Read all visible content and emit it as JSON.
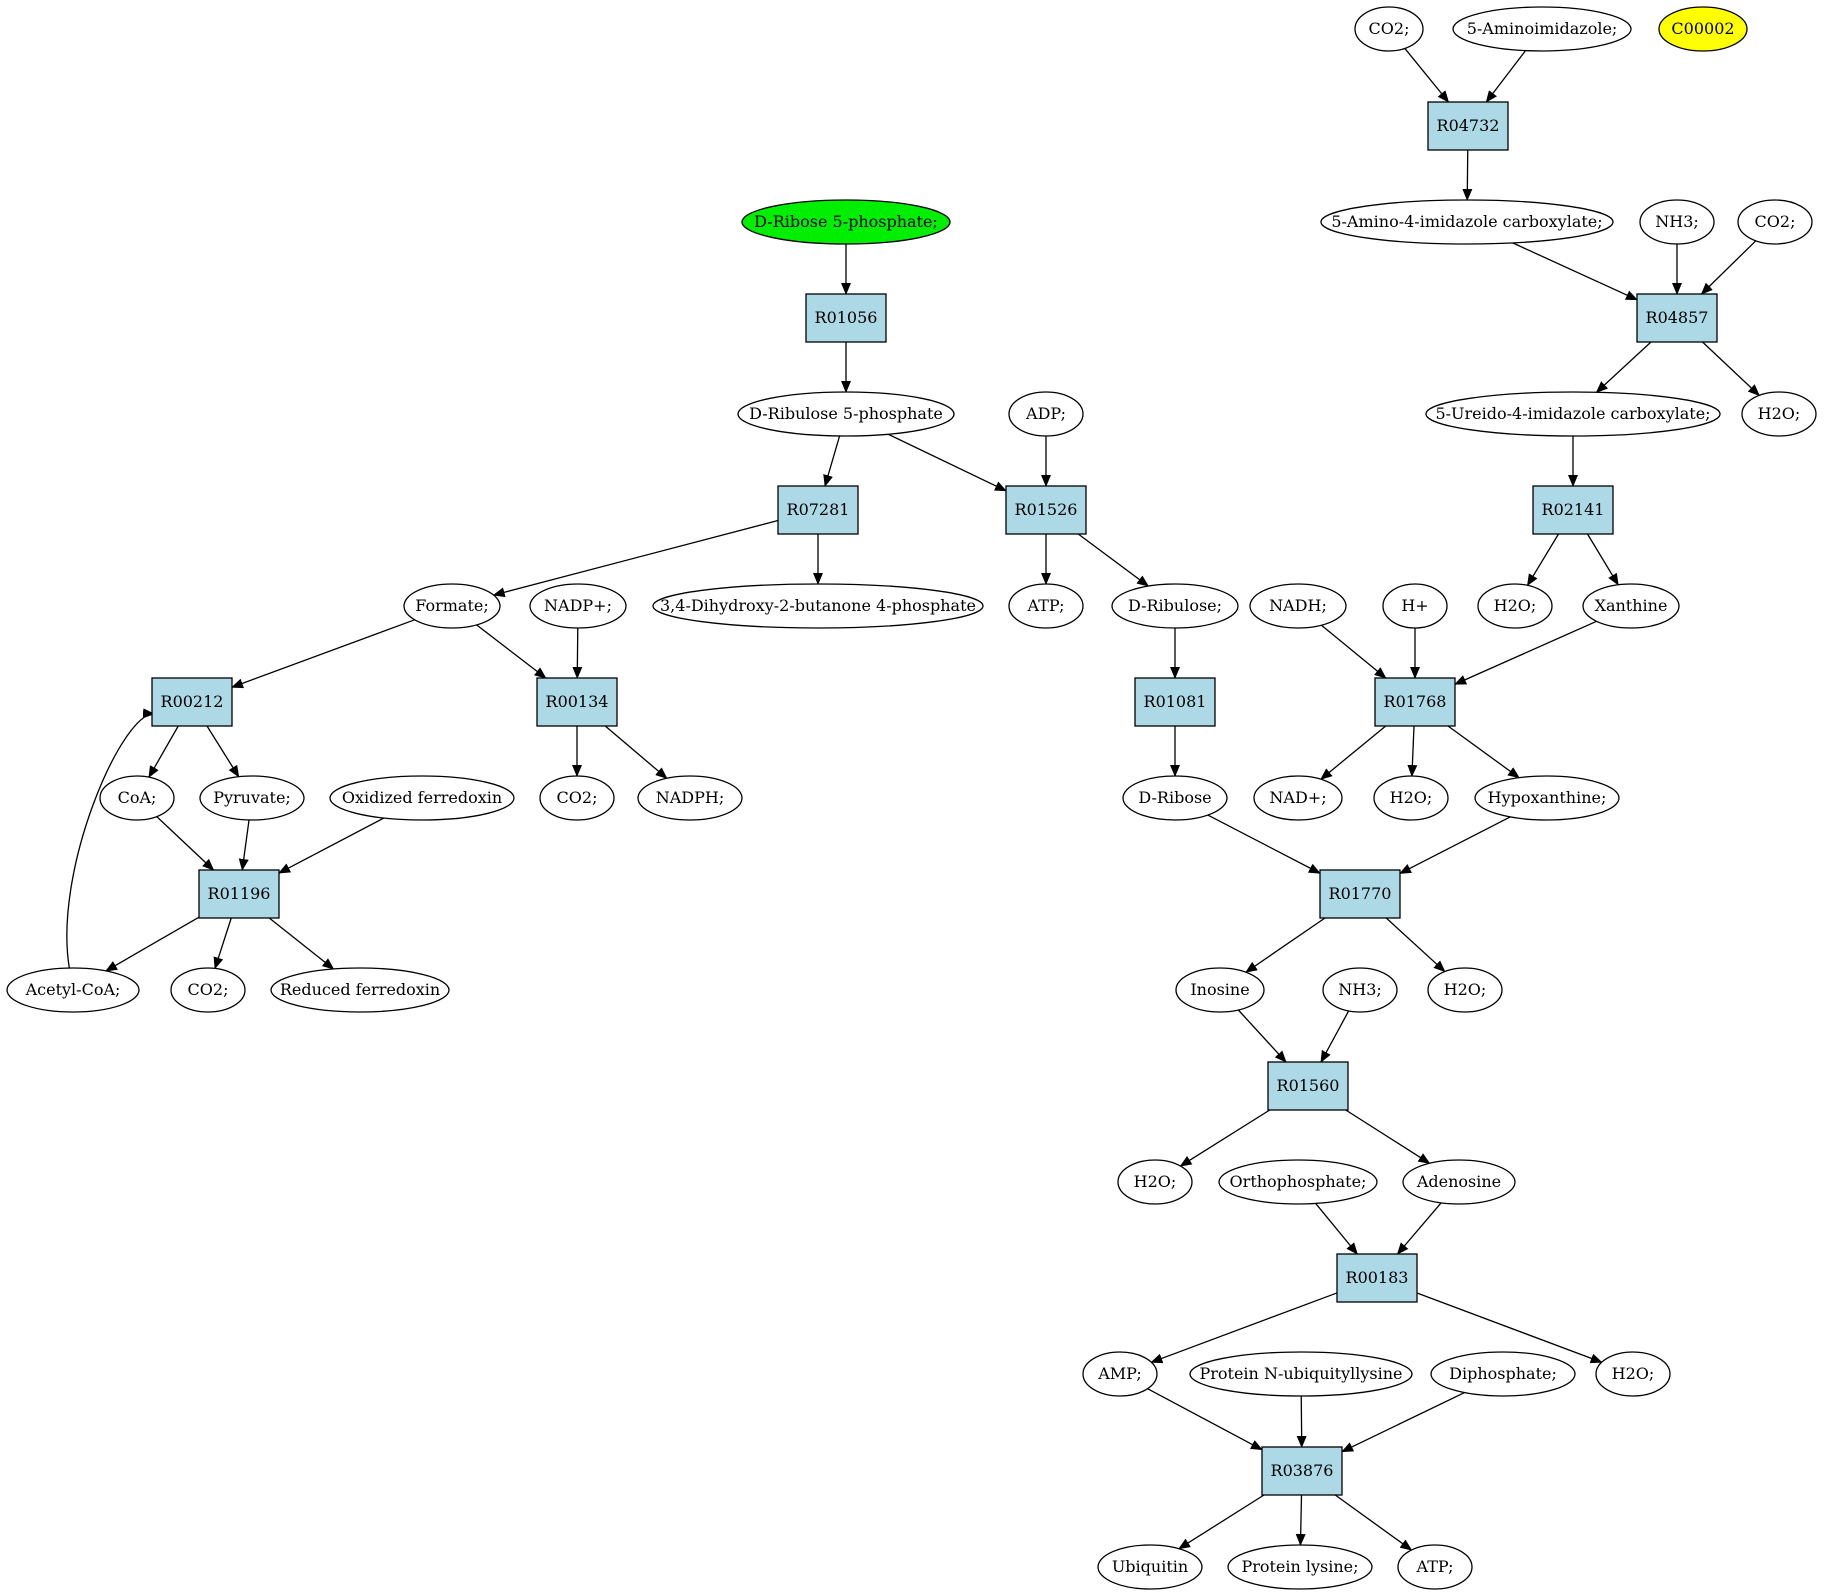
{
  "colors": {
    "reaction": "#add8e6",
    "start_compound": "#00ee00",
    "highlight_compound": "#ffff00",
    "compound": "#ffffff",
    "edge": "#000000"
  },
  "reactions": [
    {
      "id": "r04732",
      "label": "R04732"
    },
    {
      "id": "r01056",
      "label": "R01056"
    },
    {
      "id": "r04857",
      "label": "R04857"
    },
    {
      "id": "r07281",
      "label": "R07281"
    },
    {
      "id": "r01526",
      "label": "R01526"
    },
    {
      "id": "r02141",
      "label": "R02141"
    },
    {
      "id": "r00212",
      "label": "R00212"
    },
    {
      "id": "r00134",
      "label": "R00134"
    },
    {
      "id": "r01081",
      "label": "R01081"
    },
    {
      "id": "r01768",
      "label": "R01768"
    },
    {
      "id": "r01196",
      "label": "R01196"
    },
    {
      "id": "r01770",
      "label": "R01770"
    },
    {
      "id": "r01560",
      "label": "R01560"
    },
    {
      "id": "r00183",
      "label": "R00183"
    },
    {
      "id": "r03876",
      "label": "R03876"
    }
  ],
  "compounds": [
    {
      "id": "co2_a",
      "label": "CO2;"
    },
    {
      "id": "aminoimidazole",
      "label": "5-Aminoimidazole;"
    },
    {
      "id": "c00002",
      "label": "C00002",
      "style": "highlight"
    },
    {
      "id": "ribose5p",
      "label": "D-Ribose 5-phosphate;",
      "style": "start"
    },
    {
      "id": "aminoimidazole_carbox",
      "label": "5-Amino-4-imidazole carboxylate;"
    },
    {
      "id": "nh3_a",
      "label": "NH3;"
    },
    {
      "id": "co2_b",
      "label": "CO2;"
    },
    {
      "id": "ribulose5p",
      "label": "D-Ribulose 5-phosphate"
    },
    {
      "id": "adp",
      "label": "ADP;"
    },
    {
      "id": "ureido",
      "label": "5-Ureido-4-imidazole carboxylate;"
    },
    {
      "id": "h2o_a",
      "label": "H2O;"
    },
    {
      "id": "formate",
      "label": "Formate;"
    },
    {
      "id": "nadp",
      "label": "NADP+;"
    },
    {
      "id": "dihydroxybutanone",
      "label": "3,4-Dihydroxy-2-butanone 4-phosphate"
    },
    {
      "id": "atp_a",
      "label": "ATP;"
    },
    {
      "id": "ribulose",
      "label": "D-Ribulose;"
    },
    {
      "id": "nadh",
      "label": "NADH;"
    },
    {
      "id": "hplus",
      "label": "H+"
    },
    {
      "id": "h2o_b",
      "label": "H2O;"
    },
    {
      "id": "xanthine",
      "label": "Xanthine"
    },
    {
      "id": "coa",
      "label": "CoA;"
    },
    {
      "id": "pyruvate",
      "label": "Pyruvate;"
    },
    {
      "id": "ox_ferredoxin",
      "label": "Oxidized ferredoxin"
    },
    {
      "id": "co2_c",
      "label": "CO2;"
    },
    {
      "id": "nadph",
      "label": "NADPH;"
    },
    {
      "id": "dribose",
      "label": "D-Ribose"
    },
    {
      "id": "nad",
      "label": "NAD+;"
    },
    {
      "id": "h2o_c",
      "label": "H2O;"
    },
    {
      "id": "hypoxanthine",
      "label": "Hypoxanthine;"
    },
    {
      "id": "acetylcoa",
      "label": "Acetyl-CoA;"
    },
    {
      "id": "co2_d",
      "label": "CO2;"
    },
    {
      "id": "red_ferredoxin",
      "label": "Reduced ferredoxin"
    },
    {
      "id": "inosine",
      "label": "Inosine"
    },
    {
      "id": "nh3_b",
      "label": "NH3;"
    },
    {
      "id": "h2o_d",
      "label": "H2O;"
    },
    {
      "id": "h2o_e",
      "label": "H2O;"
    },
    {
      "id": "orthophosphate",
      "label": "Orthophosphate;"
    },
    {
      "id": "adenosine",
      "label": "Adenosine"
    },
    {
      "id": "amp",
      "label": "AMP;"
    },
    {
      "id": "protein_nub",
      "label": "Protein N-ubiquityllysine"
    },
    {
      "id": "diphosphate",
      "label": "Diphosphate;"
    },
    {
      "id": "h2o_f",
      "label": "H2O;"
    },
    {
      "id": "ubiquitin",
      "label": "Ubiquitin"
    },
    {
      "id": "protein_lysine",
      "label": "Protein lysine;"
    },
    {
      "id": "atp_b",
      "label": "ATP;"
    }
  ],
  "edges": [
    [
      "co2_a",
      "r04732"
    ],
    [
      "aminoimidazole",
      "r04732"
    ],
    [
      "r04732",
      "aminoimidazole_carbox"
    ],
    [
      "aminoimidazole_carbox",
      "r04857"
    ],
    [
      "nh3_a",
      "r04857"
    ],
    [
      "co2_b",
      "r04857"
    ],
    [
      "r04857",
      "ureido"
    ],
    [
      "r04857",
      "h2o_a"
    ],
    [
      "ureido",
      "r02141"
    ],
    [
      "r02141",
      "h2o_b"
    ],
    [
      "r02141",
      "xanthine"
    ],
    [
      "ribose5p",
      "r01056"
    ],
    [
      "r01056",
      "ribulose5p"
    ],
    [
      "ribulose5p",
      "r07281"
    ],
    [
      "ribulose5p",
      "r01526"
    ],
    [
      "adp",
      "r01526"
    ],
    [
      "r07281",
      "formate"
    ],
    [
      "r07281",
      "dihydroxybutanone"
    ],
    [
      "r01526",
      "atp_a"
    ],
    [
      "r01526",
      "ribulose"
    ],
    [
      "formate",
      "r00212"
    ],
    [
      "formate",
      "r00134"
    ],
    [
      "nadp",
      "r00134"
    ],
    [
      "r00134",
      "co2_c"
    ],
    [
      "r00134",
      "nadph"
    ],
    [
      "r00212",
      "coa"
    ],
    [
      "r00212",
      "pyruvate"
    ],
    [
      "coa",
      "r01196"
    ],
    [
      "pyruvate",
      "r01196"
    ],
    [
      "ox_ferredoxin",
      "r01196"
    ],
    [
      "r01196",
      "acetylcoa"
    ],
    [
      "r01196",
      "co2_d"
    ],
    [
      "r01196",
      "red_ferredoxin"
    ],
    [
      "acetylcoa",
      "r00212"
    ],
    [
      "ribulose",
      "r01081"
    ],
    [
      "r01081",
      "dribose"
    ],
    [
      "nadh",
      "r01768"
    ],
    [
      "hplus",
      "r01768"
    ],
    [
      "xanthine",
      "r01768"
    ],
    [
      "r01768",
      "nad"
    ],
    [
      "r01768",
      "h2o_c"
    ],
    [
      "r01768",
      "hypoxanthine"
    ],
    [
      "dribose",
      "r01770"
    ],
    [
      "hypoxanthine",
      "r01770"
    ],
    [
      "r01770",
      "inosine"
    ],
    [
      "r01770",
      "h2o_d"
    ],
    [
      "inosine",
      "r01560"
    ],
    [
      "nh3_b",
      "r01560"
    ],
    [
      "r01560",
      "h2o_e"
    ],
    [
      "r01560",
      "adenosine"
    ],
    [
      "orthophosphate",
      "r00183"
    ],
    [
      "adenosine",
      "r00183"
    ],
    [
      "r00183",
      "amp"
    ],
    [
      "r00183",
      "h2o_f"
    ],
    [
      "amp",
      "r03876"
    ],
    [
      "protein_nub",
      "r03876"
    ],
    [
      "diphosphate",
      "r03876"
    ],
    [
      "r03876",
      "ubiquitin"
    ],
    [
      "r03876",
      "protein_lysine"
    ],
    [
      "r03876",
      "atp_b"
    ]
  ]
}
